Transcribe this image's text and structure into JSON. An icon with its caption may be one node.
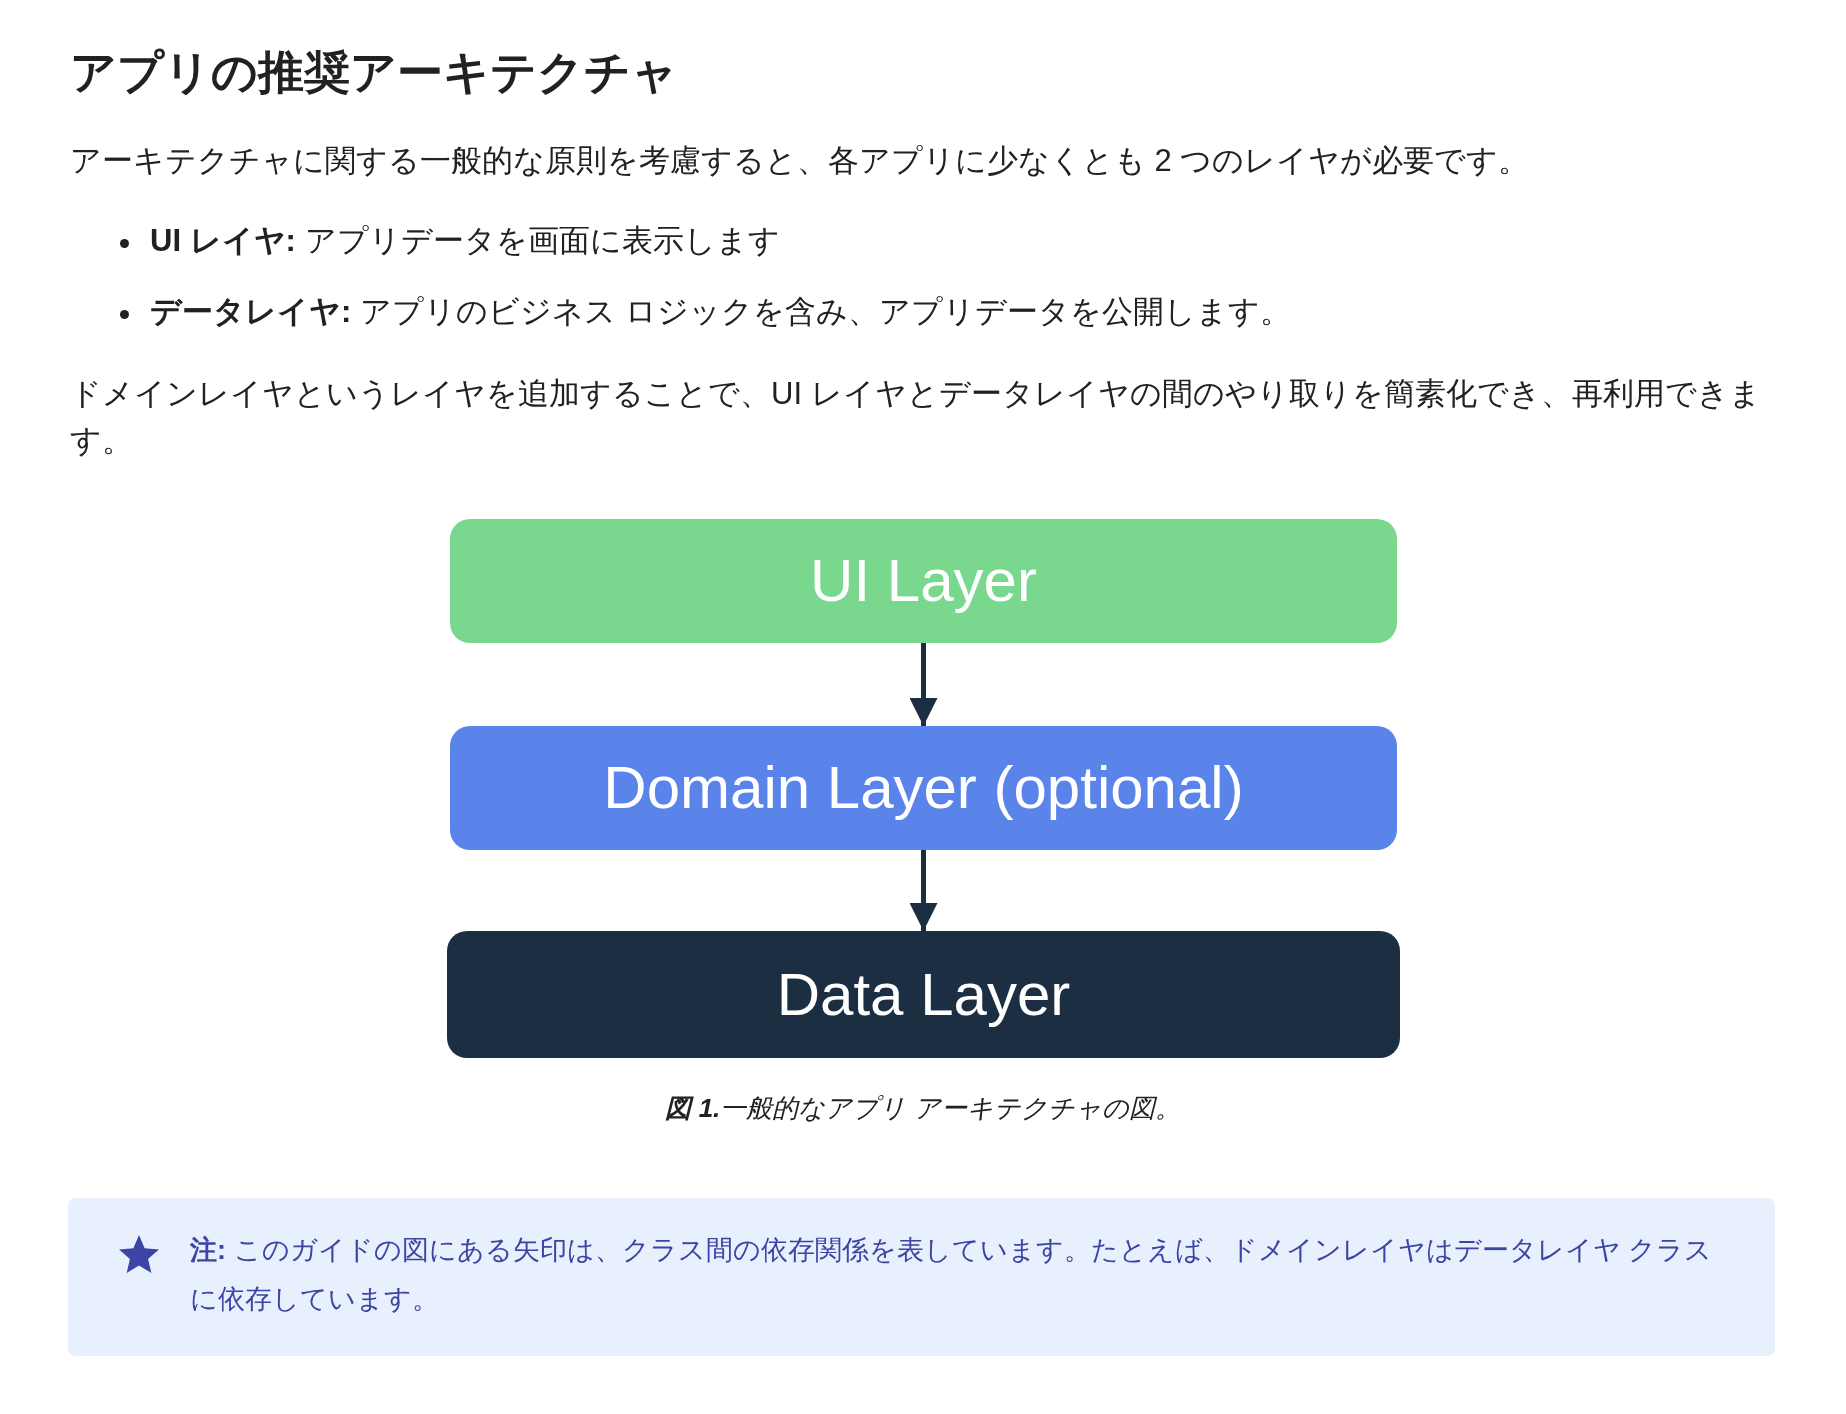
{
  "diagram": {
    "title": "アプリの推奨アーキテクチャ",
    "nodes": [
      {
        "text": [
          "UI Layer"
        ]
      },
      {
        "text": [
          "Domain Layer (optional)"
        ]
      },
      {
        "text": [
          "Data Layer"
        ]
      },
      {
        "text": [
          "**注:** このガイドの図にある矢印は、クラス間の依存関係を表しています。たとえば、ドメインレイヤはデータレイヤ クラスに依存しています。"
        ]
      }
    ],
    "edges": [
      {
        "from": 0,
        "to": 1,
        "arrow": "to"
      },
      {
        "from": 1,
        "to": 2,
        "arrow": "to"
      }
    ],
    "labels": [
      "アーキテクチャに関する一般的な原則を考慮すると、各アプリに少なくとも 2 つのレイヤが必要です。",
      "**UI レイヤ:** アプリデータを画面に表示します",
      "**データレイヤ:** アプリのビジネス ロジックを含み、アプリデータを公開します。",
      "ドメインレイヤというレイヤを追加することで、UI レイヤとデータレイヤの間のやり取りを簡素化でき、再利用できます。"
    ],
    "caption": "**図 1.**一般的なアプリ アーキテクチャの図。"
  }
}
